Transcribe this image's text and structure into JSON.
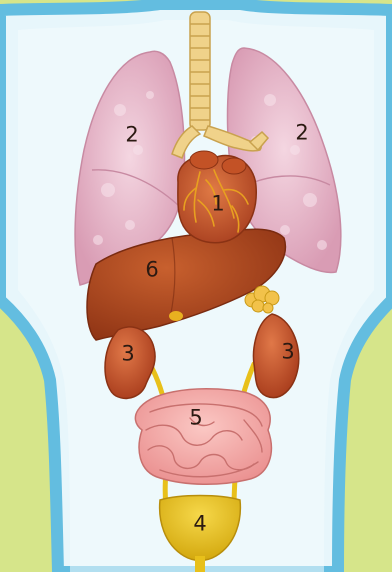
{
  "labels": {
    "heart": "1",
    "lung_left": "2",
    "lung_right": "2",
    "kidney_left": "3",
    "kidney_right": "3",
    "bladder": "4",
    "intestines": "5",
    "liver": "6"
  },
  "colors": {
    "background": "#d6e58a",
    "body_fill": "#e7f6fb",
    "body_outline": "#63bde0",
    "lungs": "#e9bfd0",
    "trachea": "#f0d28a",
    "heart": "#c85a2a",
    "vessels": "#e8a020",
    "liver": "#a8431e",
    "kidneys": "#c8552a",
    "adrenal": "#f2c24a",
    "intestines": "#f3a8a8",
    "bladder": "#e8c01a",
    "ureters": "#e8c01a"
  }
}
